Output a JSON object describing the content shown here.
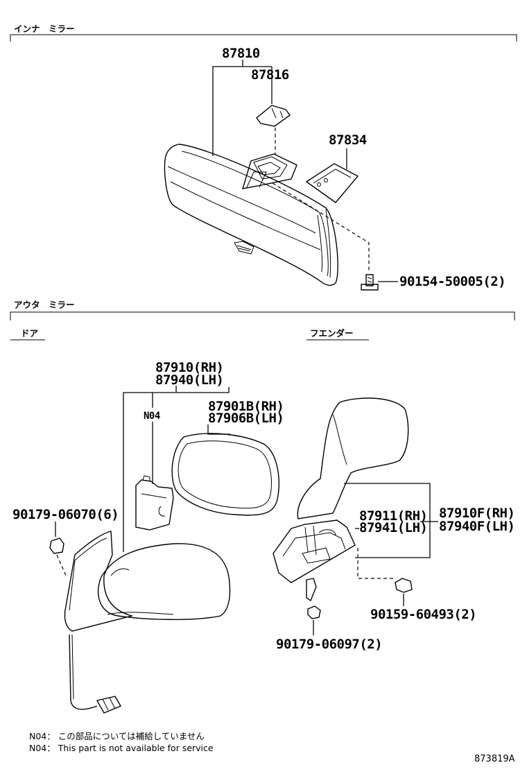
{
  "sections": {
    "inner_mirror": "インナ　ミラー",
    "outer_mirror": "アウタ　ミラー",
    "door": "ドア",
    "fender": "フエンダー"
  },
  "parts": {
    "p87810": "87810",
    "p87816": "87816",
    "p87834": "87834",
    "p90154": "90154-50005(2)",
    "p87910": "87910(RH)",
    "p87940": "87940(LH)",
    "n04": "N04",
    "p87901b": "87901B(RH)",
    "p87906b": "87906B(LH)",
    "p90179a": "90179-06070(6)",
    "p87911": "87911(RH)",
    "p87941": "87941(LH)",
    "p87910f": "87910F(RH)",
    "p87940f": "87940F(LH)",
    "p90159": "90159-60493(2)",
    "p90179b": "90179-06097(2)"
  },
  "notes": {
    "n04_jp": "N04： この部品については補給していません",
    "n04_en": "N04： This part is not available for service"
  },
  "diagram_id": "873819A"
}
